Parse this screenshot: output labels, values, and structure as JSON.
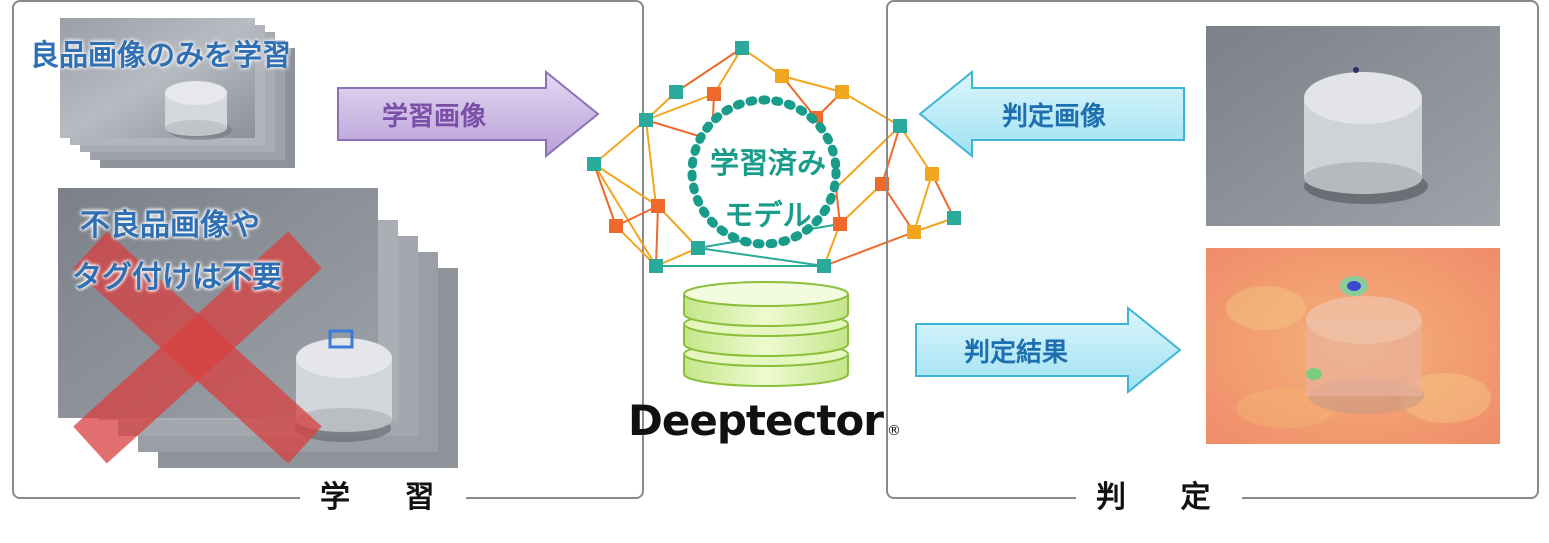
{
  "learning": {
    "section_title": "学 習",
    "good_only_text": "良品画像のみを学習",
    "not_needed_line1": "不良品画像や",
    "not_needed_line2": "タグ付けは不要",
    "arrow_label": "学習画像"
  },
  "center": {
    "model_line1": "学習済み",
    "model_line2": "モデル",
    "brand": "Deeptector",
    "brand_mark": "®"
  },
  "judgment": {
    "section_title": "判 定",
    "input_arrow_label": "判定画像",
    "result_arrow_label": "判定結果"
  },
  "colors": {
    "title_blue": "#2f6fb3",
    "purple_arrow": "#c9b3e0",
    "cyan_arrow": "#aee7f5",
    "teal_node": "#2aaa9a",
    "orange_node": "#ef6a2a",
    "amber_node": "#f2a51e",
    "database": "#d6f0a0",
    "red_cross": "#d94040"
  }
}
